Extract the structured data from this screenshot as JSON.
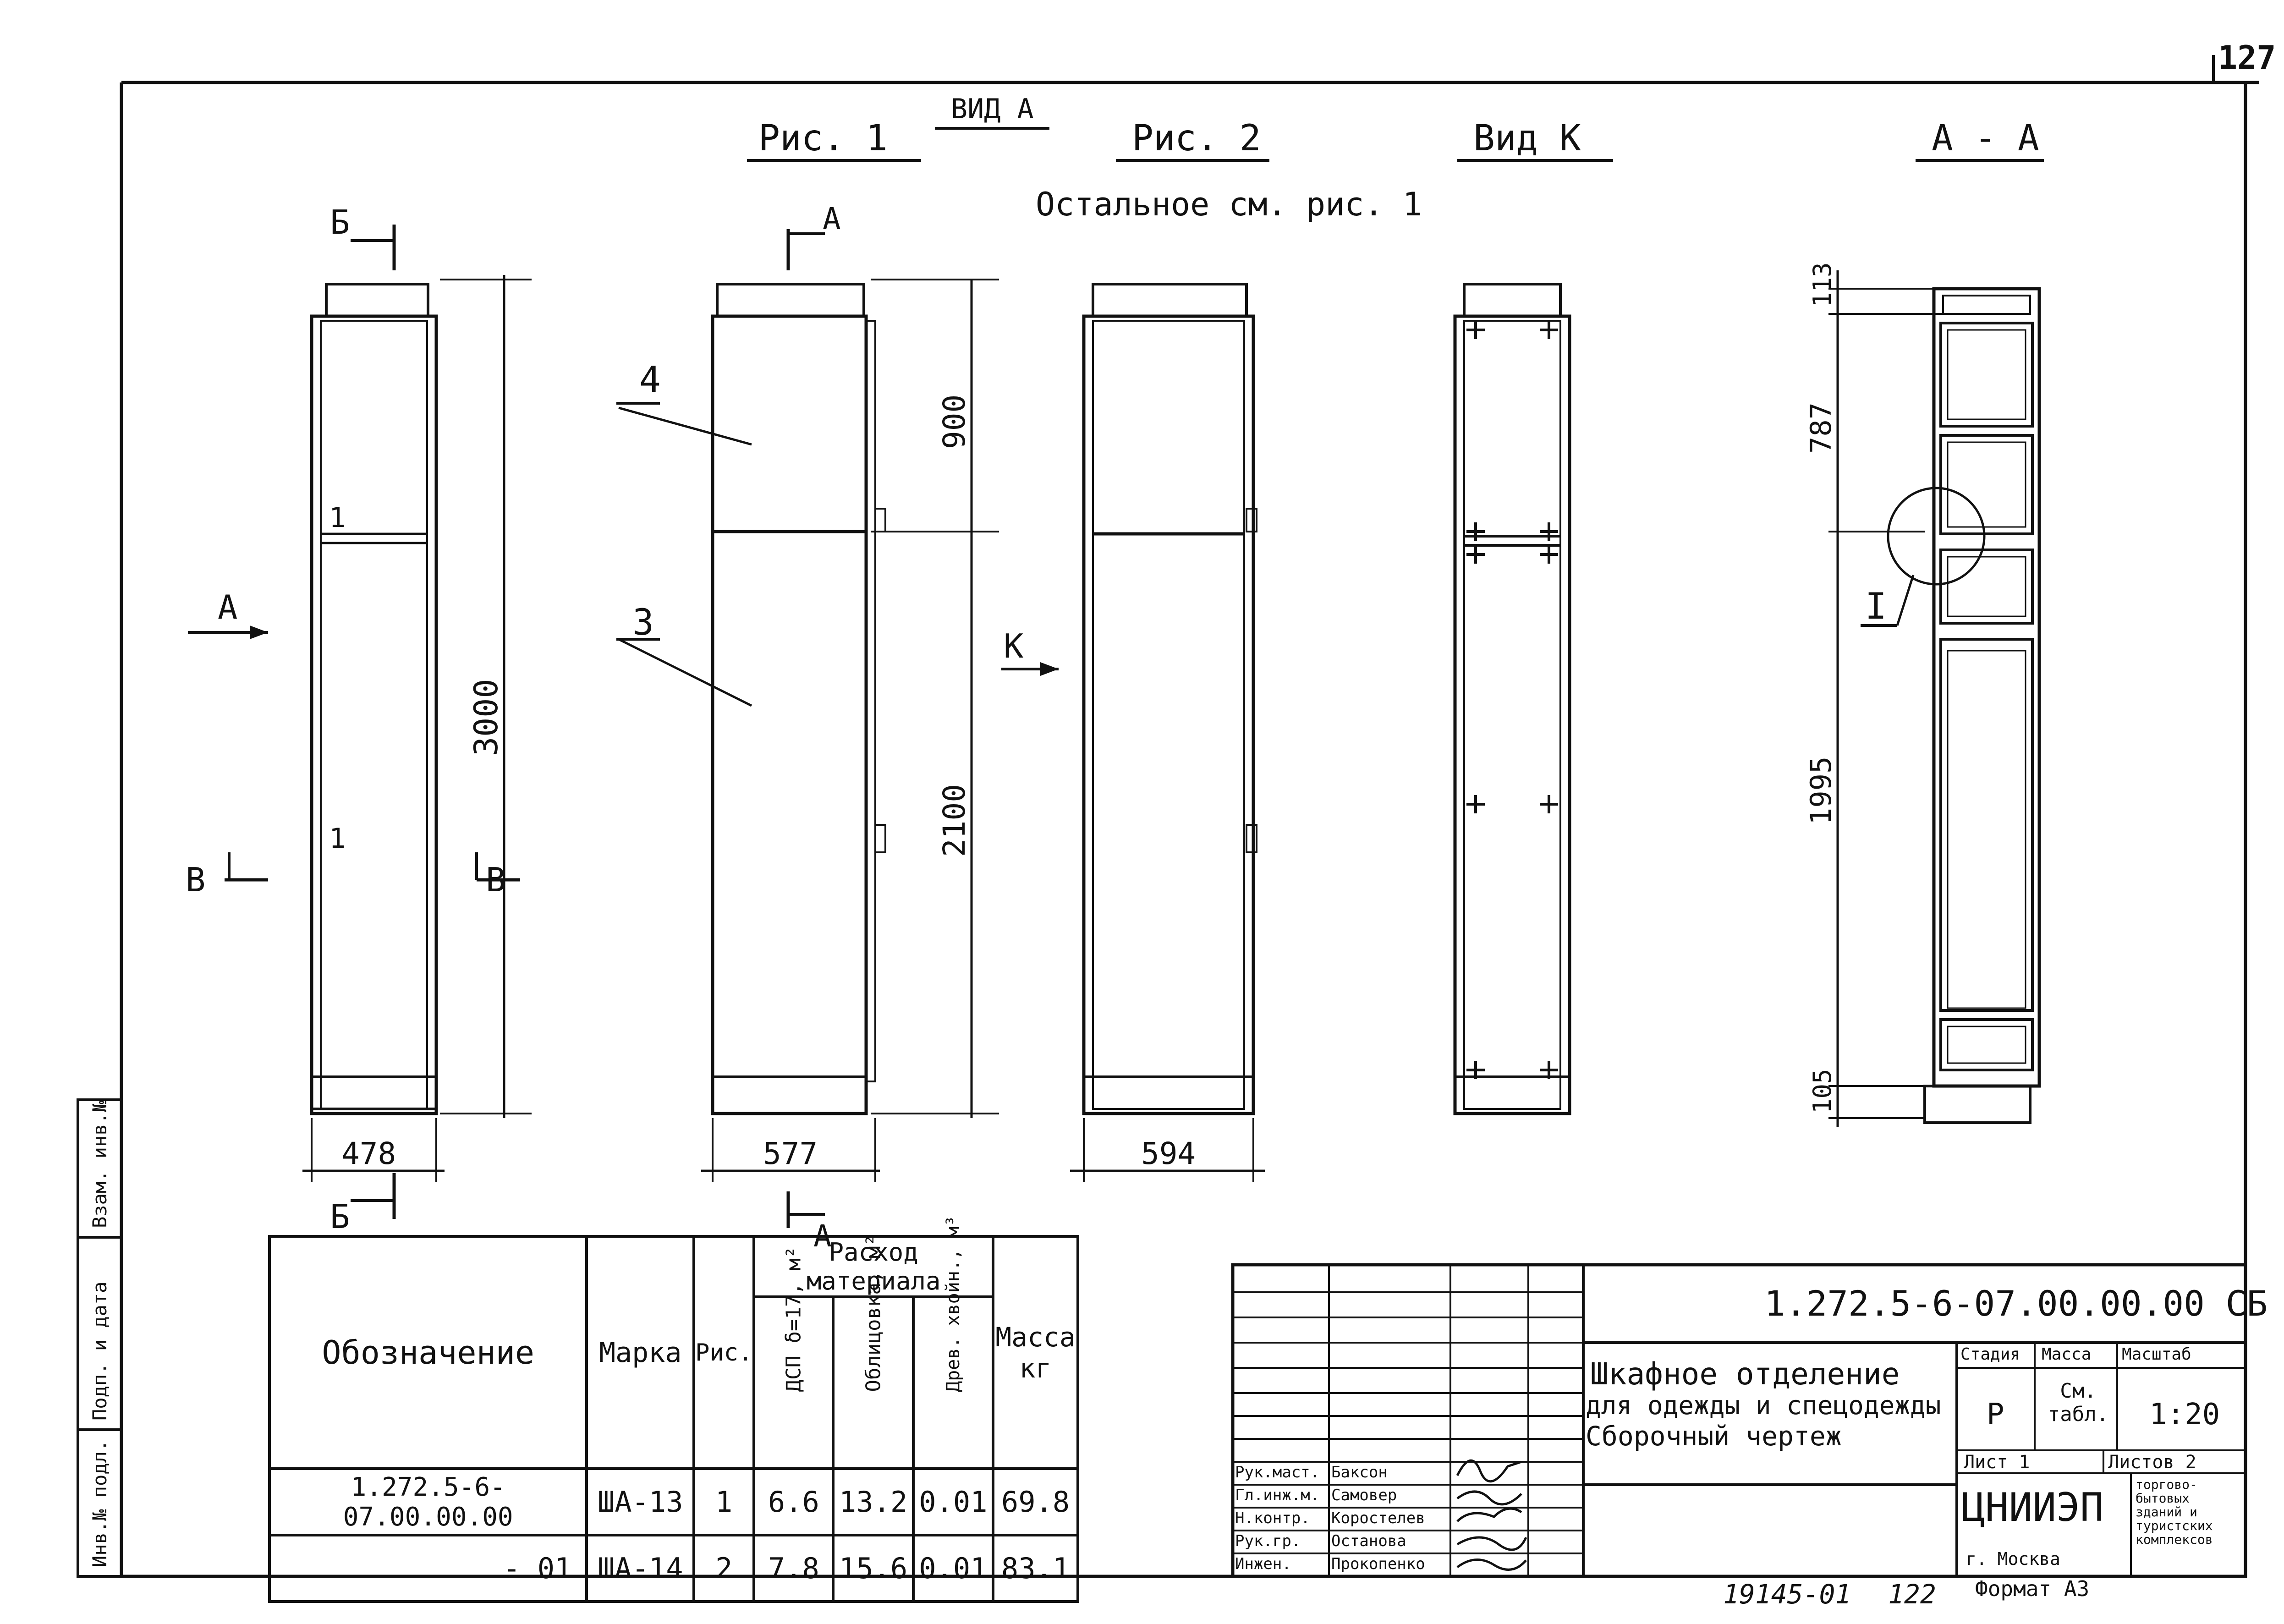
{
  "page_number": "127",
  "header": {
    "vid_a": "ВИД А",
    "ris1": "Рис. 1",
    "ris2": "Рис. 2",
    "vid_k": "Вид К",
    "section_aa": "А - А",
    "note": "Остальное см. рис. 1"
  },
  "labels": {
    "b_cut": "Б",
    "a_cut": "А",
    "v_cut": "В",
    "arrow_a": "А",
    "arrow_k": "К",
    "callout_1": "1",
    "callout_3": "3",
    "callout_4": "4",
    "node_I": "I"
  },
  "dimensions": {
    "height_3000": "3000",
    "width_478": "478",
    "upper_900": "900",
    "lower_2100": "2100",
    "width_577": "577",
    "width_594": "594",
    "top_113": "113",
    "d_787": "787",
    "d_1995": "1995",
    "bottom_105": "105"
  },
  "spec_table": {
    "headers": {
      "designation": "Обозначение",
      "mark": "Марка",
      "fig": "Рис.",
      "consumption": "Расход материала",
      "dsp": "ДСП δ=17, м²",
      "cladding": "Облицовка, м²",
      "wood": "Древ. хвойн., м³",
      "mass": "Масса кг"
    },
    "rows": [
      {
        "designation": "1.272.5-6-07.00.00.00",
        "mark": "ША-13",
        "fig": "1",
        "dsp": "6.6",
        "cladding": "13.2",
        "wood": "0.01",
        "mass": "69.8"
      },
      {
        "designation": "- 01",
        "mark": "ША-14",
        "fig": "2",
        "dsp": "7.8",
        "cladding": "15.6",
        "wood": "0.01",
        "mass": "83.1"
      }
    ]
  },
  "side_stamp": {
    "inv_podl": "Инв.№ подл.",
    "podp_data": "Подп. и дата",
    "vzam_inv": "Взам. инв.№"
  },
  "title_block": {
    "code": "1.272.5-6-07.00.00.00 СБ",
    "title_line1": "Шкафное отделение",
    "title_line2": "для одежды и спецодежды",
    "title_line3": "Сборочный чертеж",
    "stage_h": "Стадия",
    "mass_h": "Масса",
    "scale_h": "Масштаб",
    "stage": "Р",
    "mass": "См. табл.",
    "scale": "1:20",
    "sheet": "Лист 1",
    "sheets": "Листов 2",
    "org": "ЦНИИЭП",
    "org_sub": "торгово-бытовых зданий и туристских комплексов",
    "city": "г. Москва",
    "signatures": [
      {
        "role": "Рук.маст.",
        "name": "Баксон"
      },
      {
        "role": "Гл.инж.м.",
        "name": "Самовер"
      },
      {
        "role": "Н.контр.",
        "name": "Коростелев"
      },
      {
        "role": "Рук.гр.",
        "name": "Останова"
      },
      {
        "role": "Инжен.",
        "name": "Прокопенко"
      }
    ]
  },
  "footer": {
    "archive": "19145-01",
    "page": "122",
    "format": "Формат А3"
  }
}
